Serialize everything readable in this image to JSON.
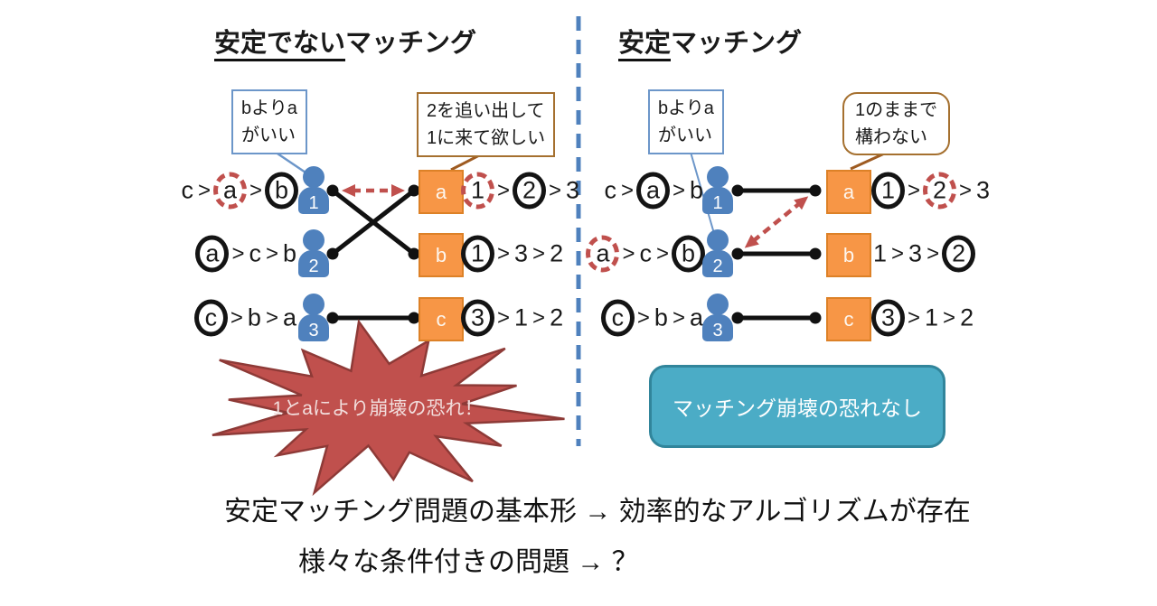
{
  "titles": {
    "left_underlined": "安定でない",
    "left_rest": "マッチング",
    "right_underlined": "安定",
    "right_rest": "マッチング"
  },
  "separator": ">",
  "panels": {
    "left": {
      "person_callout": {
        "line1": "bよりa",
        "line2": "がいい"
      },
      "item_callout": {
        "line1": "2を追い出して",
        "line2": "1に来て欲しい"
      },
      "people": [
        {
          "id": "1",
          "pref": [
            {
              "t": "c"
            },
            {
              "t": "a",
              "mark": "dashed"
            },
            {
              "t": "b",
              "mark": "solid"
            }
          ]
        },
        {
          "id": "2",
          "pref": [
            {
              "t": "a",
              "mark": "solid"
            },
            {
              "t": "c"
            },
            {
              "t": "b"
            }
          ]
        },
        {
          "id": "3",
          "pref": [
            {
              "t": "c",
              "mark": "solid"
            },
            {
              "t": "b"
            },
            {
              "t": "a"
            }
          ]
        }
      ],
      "items": [
        {
          "id": "a",
          "pref": [
            {
              "t": "1",
              "mark": "dashed"
            },
            {
              "t": "2",
              "mark": "solid"
            },
            {
              "t": "3"
            }
          ]
        },
        {
          "id": "b",
          "pref": [
            {
              "t": "1",
              "mark": "solid"
            },
            {
              "t": "3"
            },
            {
              "t": "2"
            }
          ]
        },
        {
          "id": "c",
          "pref": [
            {
              "t": "3",
              "mark": "solid"
            },
            {
              "t": "1"
            },
            {
              "t": "2"
            }
          ]
        }
      ],
      "matches": [
        {
          "person": 1,
          "item": 2
        },
        {
          "person": 2,
          "item": 1
        },
        {
          "person": 3,
          "item": 3
        }
      ],
      "envy_arrow": {
        "person": 1,
        "item": 1
      },
      "burst_label": "1とaにより崩壊の恐れ！"
    },
    "right": {
      "person_callout": {
        "line1": "bよりa",
        "line2": "がいい"
      },
      "item_callout": {
        "line1": "1のままで",
        "line2": "構わない"
      },
      "people": [
        {
          "id": "1",
          "pref": [
            {
              "t": "c"
            },
            {
              "t": "a",
              "mark": "solid"
            },
            {
              "t": "b"
            }
          ]
        },
        {
          "id": "2",
          "pref": [
            {
              "t": "a",
              "mark": "dashed"
            },
            {
              "t": "c"
            },
            {
              "t": "b",
              "mark": "solid"
            }
          ]
        },
        {
          "id": "3",
          "pref": [
            {
              "t": "c",
              "mark": "solid"
            },
            {
              "t": "b"
            },
            {
              "t": "a"
            }
          ]
        }
      ],
      "items": [
        {
          "id": "a",
          "pref": [
            {
              "t": "1",
              "mark": "solid"
            },
            {
              "t": "2",
              "mark": "dashed"
            },
            {
              "t": "3"
            }
          ]
        },
        {
          "id": "b",
          "pref": [
            {
              "t": "1"
            },
            {
              "t": "3"
            },
            {
              "t": "2",
              "mark": "solid"
            }
          ]
        },
        {
          "id": "c",
          "pref": [
            {
              "t": "3",
              "mark": "solid"
            },
            {
              "t": "1"
            },
            {
              "t": "2"
            }
          ]
        }
      ],
      "matches": [
        {
          "person": 1,
          "item": 1
        },
        {
          "person": 2,
          "item": 2
        },
        {
          "person": 3,
          "item": 3
        }
      ],
      "envy_arrow": {
        "person": 2,
        "item": 1
      },
      "note_label": "マッチング崩壊の恐れなし"
    }
  },
  "footer": {
    "line1": "安定マッチング問題の基本形 → 効率的なアルゴリズムが存在",
    "line2": "様々な条件付きの問題 → ？"
  },
  "colors": {
    "person_blue": "#4F81BD",
    "item_orange": "#F79646",
    "item_orange_border": "#DD8127",
    "accent_red": "#C0504D",
    "burst_border": "#8E3A37",
    "teal": "#4BACC6",
    "teal_border": "#31859B",
    "callout_blue_border": "#6C96C9",
    "callout_brown_border": "#A5702F",
    "divider_blue": "#4F81BD"
  }
}
